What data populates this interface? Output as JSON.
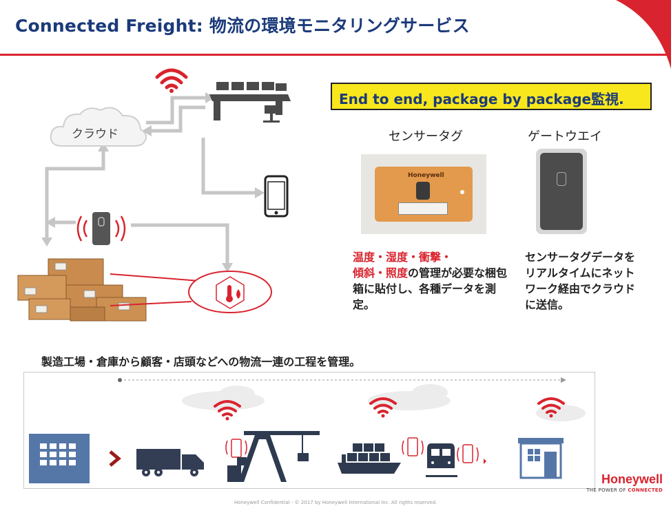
{
  "header": {
    "title": "Connected Freight: 物流の環境モニタリングサービス"
  },
  "banner": {
    "text": "End to end, package by package監視."
  },
  "diagram": {
    "cloud_label": "クラウド"
  },
  "sensor_tag": {
    "heading": "センサータグ",
    "device_brand": "Honeywell",
    "desc_highlight_1": "温度・湿度・衝撃・",
    "desc_highlight_2": "傾斜・照度",
    "desc_rest": "の管理が必要な梱包箱に貼付し、各種データを測定。"
  },
  "gateway": {
    "heading": "ゲートウエイ",
    "description": "センサータグデータをリアルタイムにネットワーク経由でクラウドに送信。"
  },
  "process": {
    "caption": "製造工場・倉庫から顧客・店頭などへの物流一連の工程を管理。"
  },
  "footer": {
    "confidential": "Honeywell Confidential - © 2017 by Honeywell International Inc. All rights reserved."
  },
  "brand": {
    "name": "Honeywell",
    "tagline_prefix": "THE POWER OF ",
    "tagline_bold": "CONNECTED"
  },
  "colors": {
    "title_blue": "#1b3a7a",
    "accent_red": "#d9232e",
    "banner_yellow": "#f8e71c",
    "icon_blue": "#4a6fa5",
    "arrow_gray": "#bdbdbd"
  }
}
